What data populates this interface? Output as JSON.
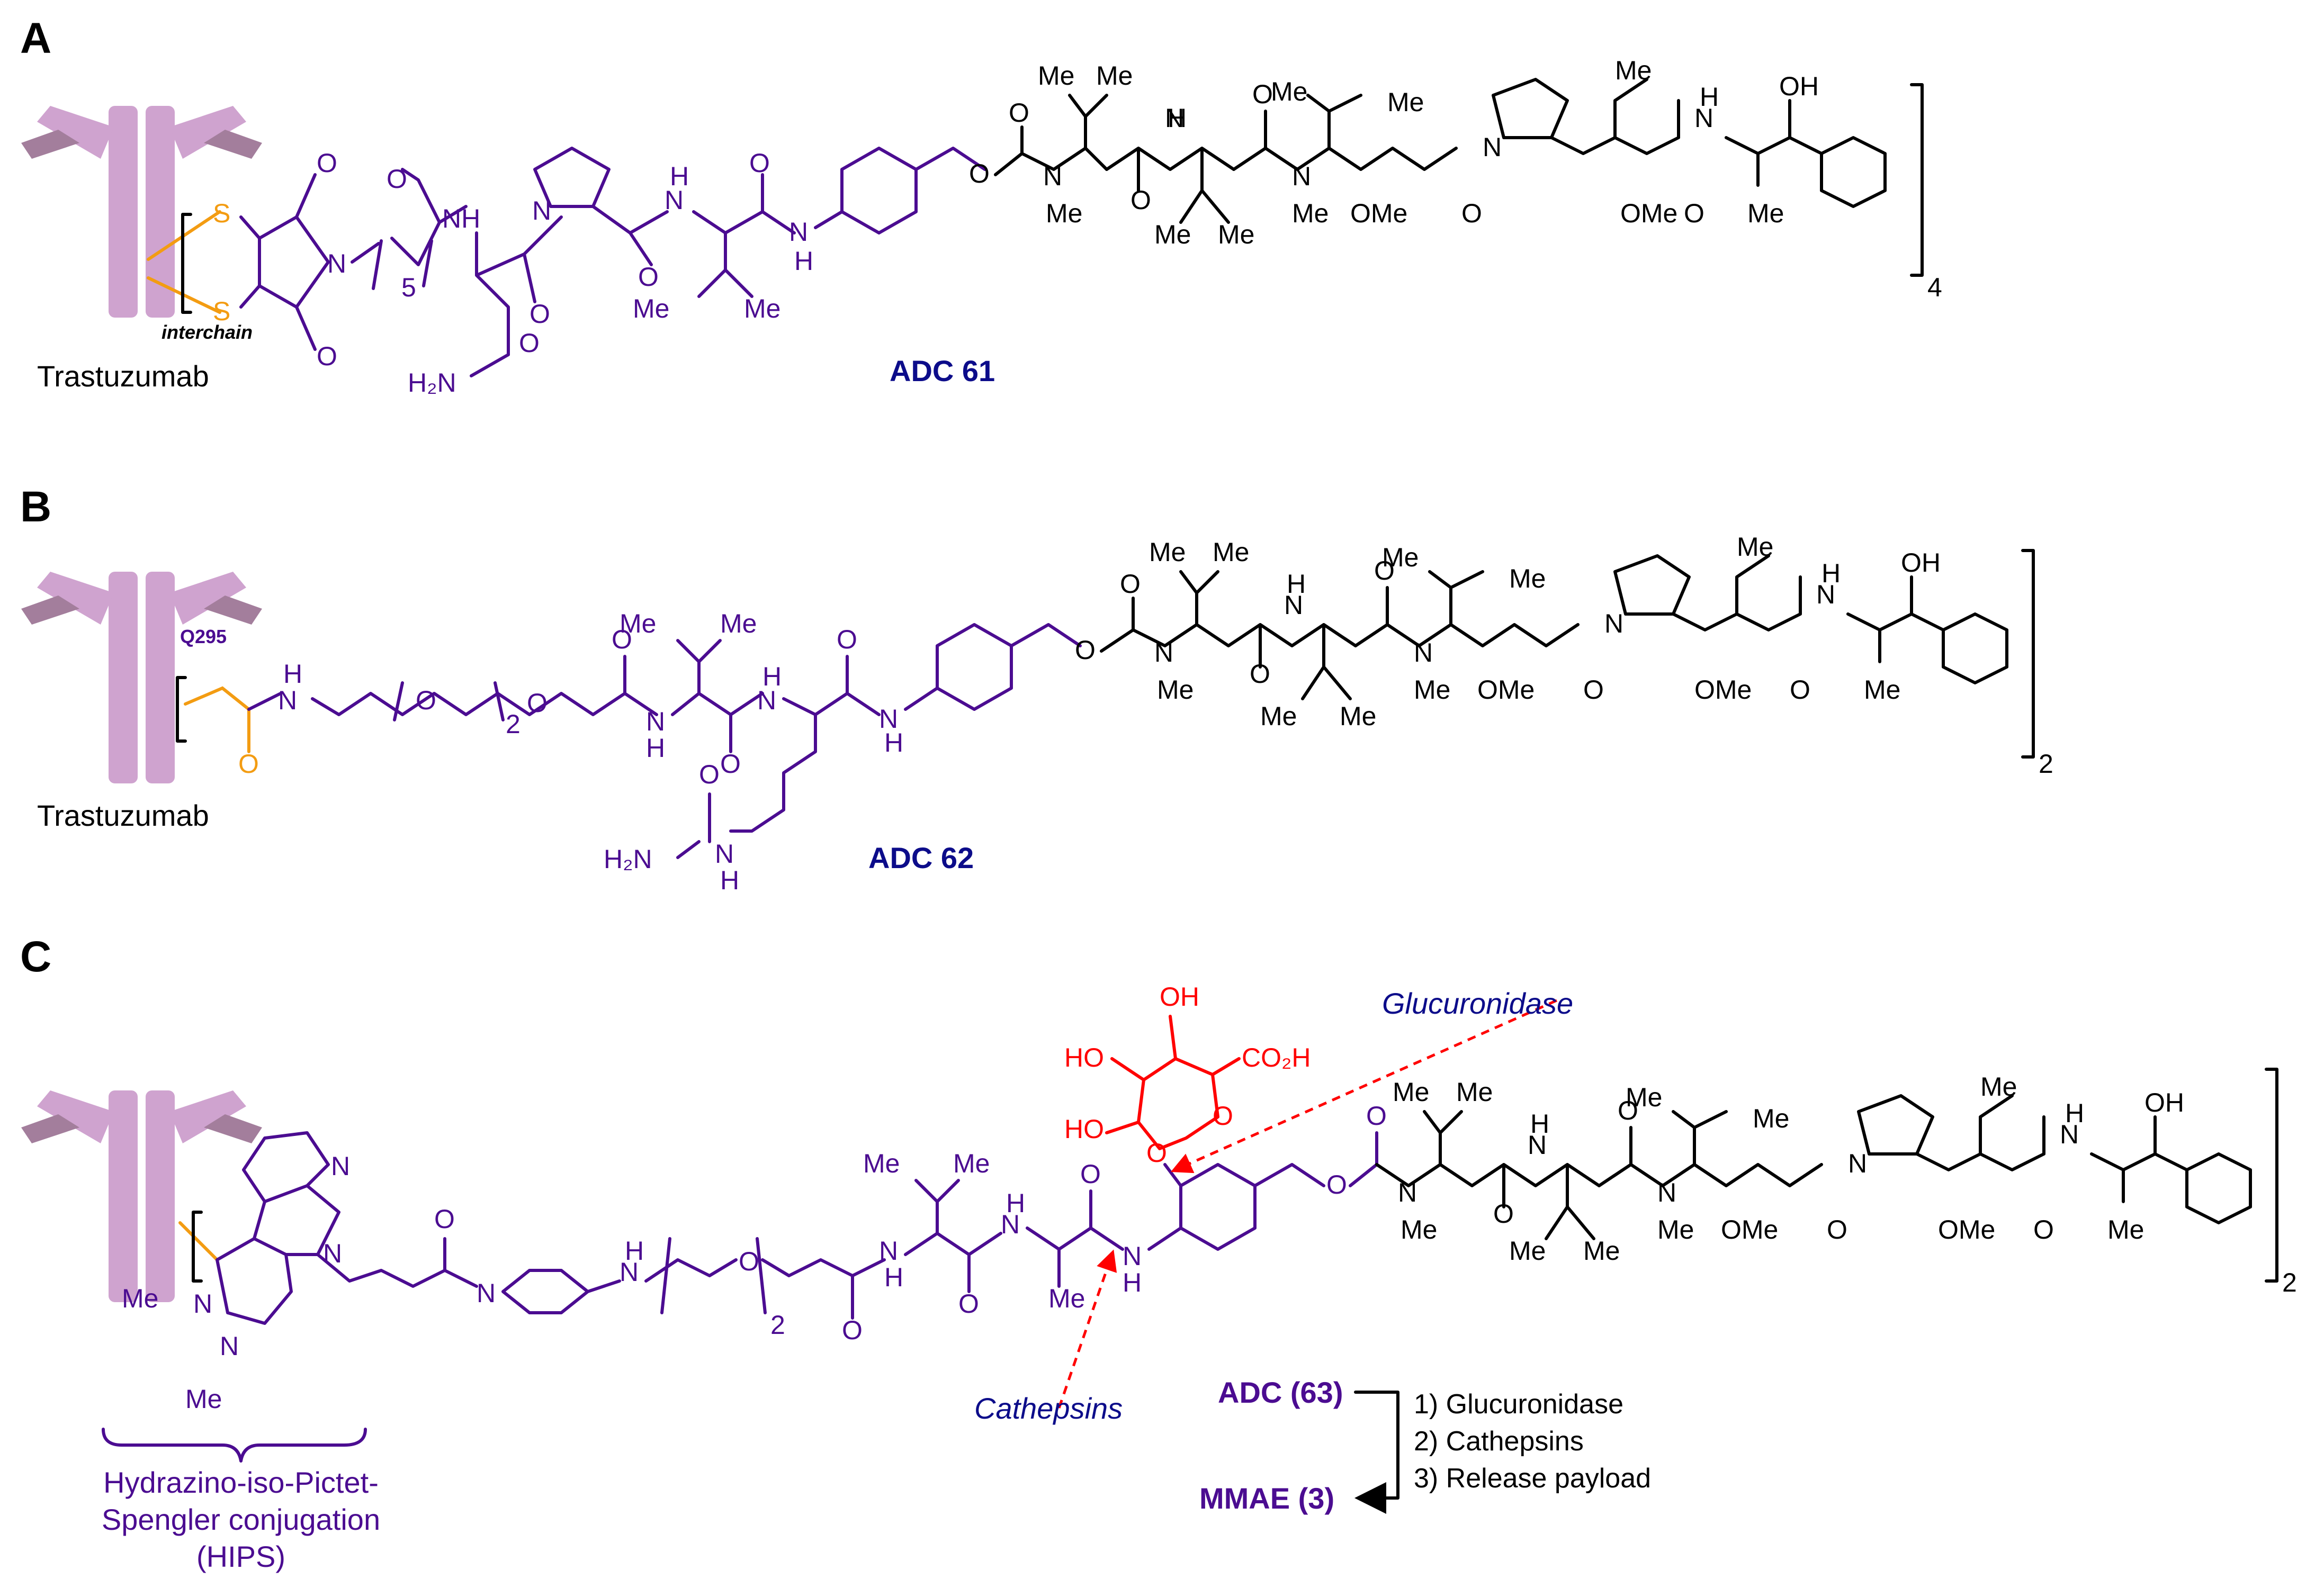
{
  "panels": {
    "a": "A",
    "b": "B",
    "c": "C"
  },
  "antibody_label": "Trastuzumab",
  "adc_labels": {
    "adc61": "ADC 61",
    "adc62": "ADC 62",
    "adc63": "ADC (63)",
    "mmae": "MMAE (3)"
  },
  "annotations": {
    "interchain": "interchain",
    "q295": "Q295",
    "hips_line1": "Hydrazino-iso-Pictet-",
    "hips_line2": "Spengler conjugation",
    "hips_line3": "(HIPS)"
  },
  "enzymes": {
    "glucuronidase": "Glucuronidase",
    "cathepsins": "Cathepsins"
  },
  "steps": [
    "1) Glucuronidase",
    "2) Cathepsins",
    "3) Release payload"
  ],
  "subscripts": {
    "drug_ratio_a": "4",
    "drug_ratio_b": "2",
    "drug_ratio_c": "2",
    "chain_5": "5",
    "peg_a": "2",
    "peg_c": "2"
  },
  "atoms": {
    "O": "O",
    "N": "N",
    "S": "S",
    "H": "H",
    "NH": "NH",
    "HN": "HN",
    "H2N": "H₂N",
    "Me": "Me",
    "OMe": "OMe",
    "OH": "OH",
    "HO": "HO",
    "CO2H": "CO₂H"
  },
  "colors": {
    "antibody": "#cfa3cf",
    "antibody_dark": "#a37e9c",
    "linker": "#4b0c91",
    "conjugation": "#f39c12",
    "glucuronide": "#ff0000",
    "label_blue": "#0c0c8a"
  }
}
